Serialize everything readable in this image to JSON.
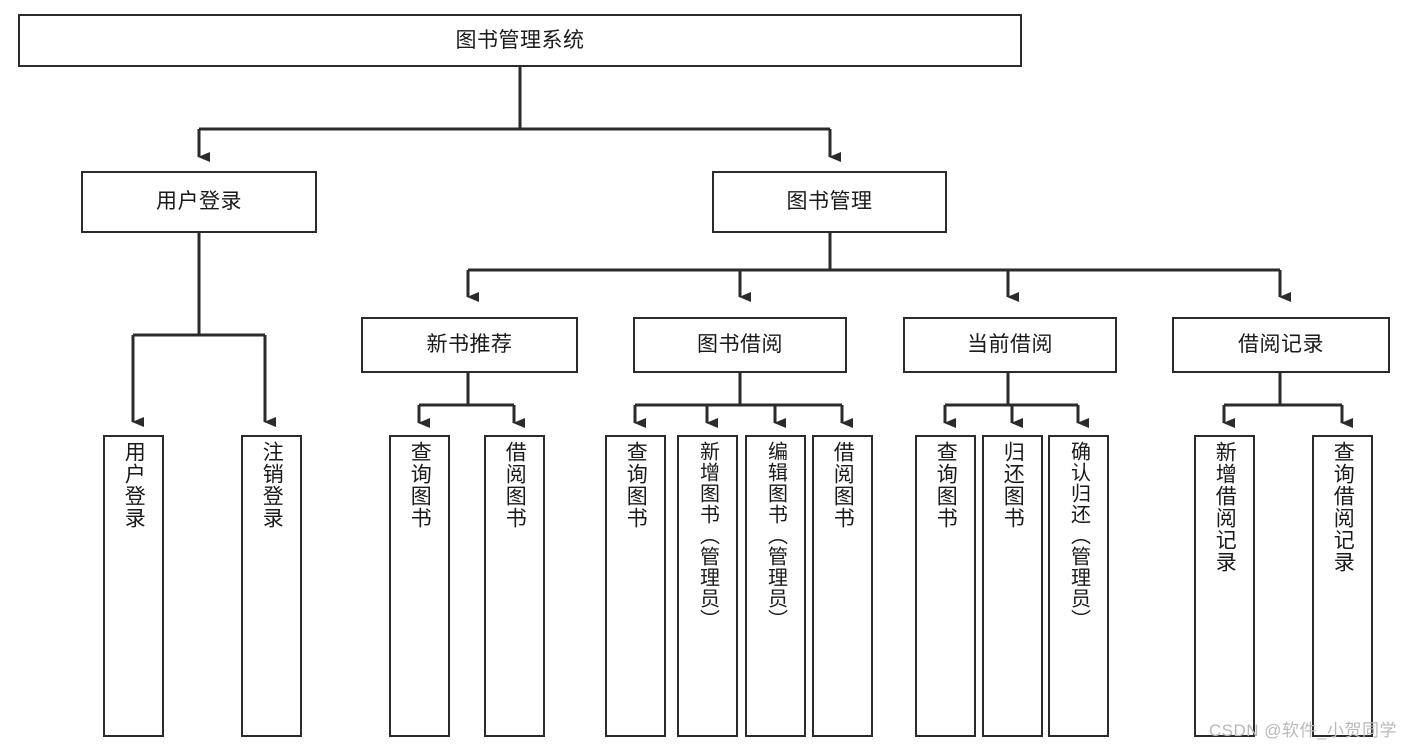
{
  "diagram": {
    "title": "图书管理系统",
    "type": "hierarchy-tree",
    "colors": {
      "box_border": "#2b2b2b",
      "box_fill": "#ffffff",
      "connector": "#2b2b2b",
      "text": "#1a1a1a",
      "watermark": "#b9b9b9",
      "background": "#ffffff"
    },
    "watermark": "CSDN @软件_小贺同学",
    "nodes": {
      "root": {
        "label": "图书管理系统",
        "level": 0,
        "orientation": "horizontal"
      },
      "user_login": {
        "label": "用户登录",
        "level": 1,
        "orientation": "horizontal"
      },
      "book_manage": {
        "label": "图书管理",
        "level": 1,
        "orientation": "horizontal"
      },
      "new_book_rec": {
        "label": "新书推荐",
        "level": 2,
        "orientation": "horizontal"
      },
      "book_borrow": {
        "label": "图书借阅",
        "level": 2,
        "orientation": "horizontal"
      },
      "current_borrow": {
        "label": "当前借阅",
        "level": 2,
        "orientation": "horizontal"
      },
      "borrow_record": {
        "label": "借阅记录",
        "level": 2,
        "orientation": "horizontal"
      },
      "leaf_user_login": {
        "label": "用户登录",
        "level": 3,
        "orientation": "vertical"
      },
      "leaf_logout": {
        "label": "注销登录",
        "level": 3,
        "orientation": "vertical"
      },
      "leaf_query_book_1": {
        "label": "查询图书",
        "level": 3,
        "orientation": "vertical"
      },
      "leaf_borrow_book_1": {
        "label": "借阅图书",
        "level": 3,
        "orientation": "vertical"
      },
      "leaf_query_book_2": {
        "label": "查询图书",
        "level": 3,
        "orientation": "vertical"
      },
      "leaf_add_book": {
        "label": "新增图书（管理员）",
        "level": 3,
        "orientation": "vertical"
      },
      "leaf_edit_book": {
        "label": "编辑图书（管理员）",
        "level": 3,
        "orientation": "vertical"
      },
      "leaf_borrow_book_2": {
        "label": "借阅图书",
        "level": 3,
        "orientation": "vertical"
      },
      "leaf_query_book_3": {
        "label": "查询图书",
        "level": 3,
        "orientation": "vertical"
      },
      "leaf_return_book": {
        "label": "归还图书",
        "level": 3,
        "orientation": "vertical"
      },
      "leaf_confirm_return": {
        "label": "确认归还（管理员）",
        "level": 3,
        "orientation": "vertical"
      },
      "leaf_add_record": {
        "label": "新增借阅记录",
        "level": 3,
        "orientation": "vertical"
      },
      "leaf_query_record": {
        "label": "查询借阅记录",
        "level": 3,
        "orientation": "vertical"
      }
    },
    "edges": [
      {
        "from": "root",
        "to": "user_login"
      },
      {
        "from": "root",
        "to": "book_manage"
      },
      {
        "from": "book_manage",
        "to": "new_book_rec"
      },
      {
        "from": "book_manage",
        "to": "book_borrow"
      },
      {
        "from": "book_manage",
        "to": "current_borrow"
      },
      {
        "from": "book_manage",
        "to": "borrow_record"
      },
      {
        "from": "user_login",
        "to": "leaf_user_login"
      },
      {
        "from": "user_login",
        "to": "leaf_logout"
      },
      {
        "from": "new_book_rec",
        "to": "leaf_query_book_1"
      },
      {
        "from": "new_book_rec",
        "to": "leaf_borrow_book_1"
      },
      {
        "from": "book_borrow",
        "to": "leaf_query_book_2"
      },
      {
        "from": "book_borrow",
        "to": "leaf_add_book"
      },
      {
        "from": "book_borrow",
        "to": "leaf_edit_book"
      },
      {
        "from": "book_borrow",
        "to": "leaf_borrow_book_2"
      },
      {
        "from": "current_borrow",
        "to": "leaf_query_book_3"
      },
      {
        "from": "current_borrow",
        "to": "leaf_return_book"
      },
      {
        "from": "current_borrow",
        "to": "leaf_confirm_return"
      },
      {
        "from": "borrow_record",
        "to": "leaf_add_record"
      },
      {
        "from": "borrow_record",
        "to": "leaf_query_record"
      }
    ]
  }
}
